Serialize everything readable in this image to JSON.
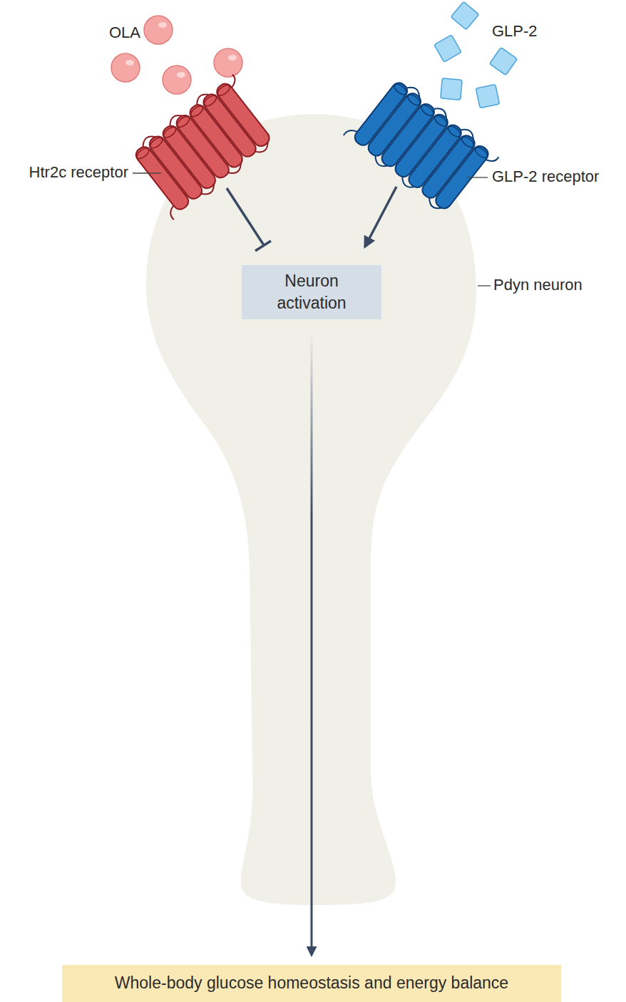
{
  "diagram": {
    "nodes": [
      {
        "text": [
          "Neuron activation"
        ]
      },
      {
        "text": [
          "Whole-body glucose homeostasis and energy balance"
        ]
      }
    ],
    "edges": [
      {
        "from": 0,
        "to": 1,
        "arrow": "to"
      }
    ],
    "labels": [
      "OLA",
      "GLP-2",
      "Htr2c receptor",
      "GLP-2 receptor",
      "Pdyn neuron"
    ]
  }
}
